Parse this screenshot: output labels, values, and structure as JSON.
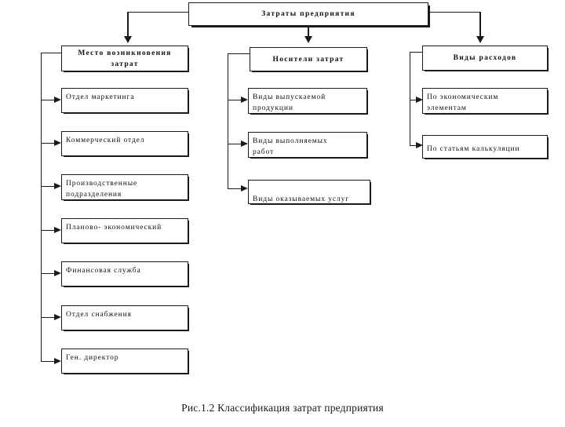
{
  "figure": {
    "caption": "Рис.1.2 Классификация затрат предприятия",
    "root": {
      "label": "Затраты предприятия"
    },
    "columns": [
      {
        "id": "mesto",
        "header": "Место возникновения\nзатрат",
        "items": [
          {
            "label": "Отдел маркетинга"
          },
          {
            "label": "Коммерческий отдел"
          },
          {
            "label": "Производственные\nподразделения"
          },
          {
            "label": "Планово- экономический"
          },
          {
            "label": "Финансовая служба"
          },
          {
            "label": "Отдел снабжения"
          },
          {
            "label": "Ген. директор"
          }
        ]
      },
      {
        "id": "nositeli",
        "header": "Носители затрат",
        "items": [
          {
            "label": "Виды выпускаемой\nпродукции"
          },
          {
            "label": "Виды выполняемых\nработ"
          },
          {
            "label": "Виды оказываемых услуг"
          }
        ]
      },
      {
        "id": "vidy",
        "header": "Виды расходов",
        "items": [
          {
            "label": "По экономическим\nэлементам"
          },
          {
            "label": "По статьям калькуляции"
          }
        ]
      }
    ],
    "colors": {
      "line": "#1a1a1a",
      "background": "#ffffff",
      "text": "#111111"
    }
  }
}
